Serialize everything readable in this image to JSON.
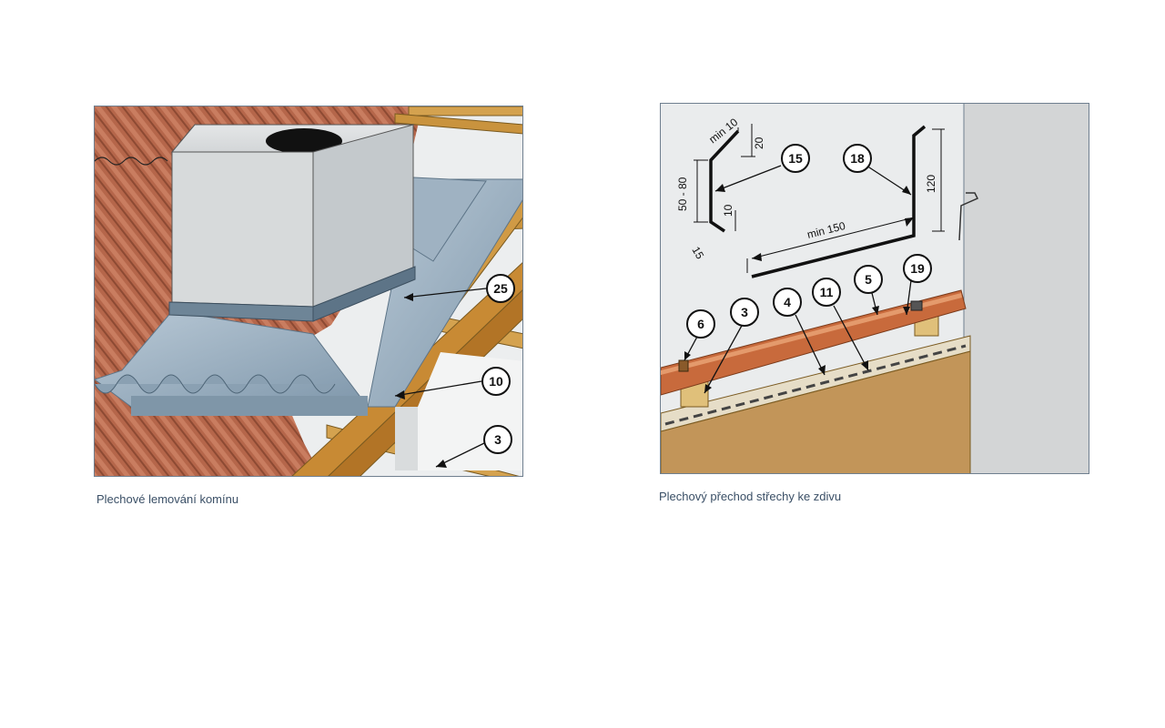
{
  "figures": [
    {
      "caption": "Plechové lemování komínu",
      "callouts": [
        "25",
        "10",
        "3"
      ]
    },
    {
      "caption": "Plechový přechod střechy ke zdivu",
      "callouts": [
        "15",
        "18",
        "6",
        "3",
        "4",
        "11",
        "5",
        "19"
      ],
      "dimensions": [
        "min 10",
        "20",
        "50 - 80",
        "10",
        "15",
        "min 150",
        "120"
      ]
    }
  ]
}
